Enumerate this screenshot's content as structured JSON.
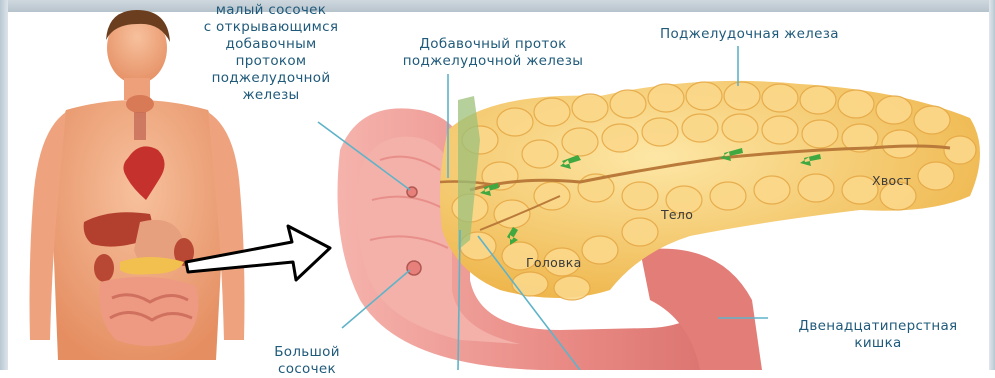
{
  "labels": {
    "minor_papilla": "малый сосочек\nс открывающимся\nдобавочным\nпротоком\nподжелудочной\nжелезы",
    "accessory_duct": "Добавочный проток\nподжелудочной железы",
    "pancreas": "Поджелудочная железа",
    "tail": "Хвост",
    "body": "Тело",
    "head": "Головка",
    "duodenum": "Двенадцатиперстная\nкишка",
    "major_papilla": "Большой\nсосочек"
  },
  "colors": {
    "skin": "#f2a77e",
    "pancreas": "#f7c65a",
    "duodenum": "#e98984",
    "label_text": "#1f5a7a",
    "frame": "#c3ced6"
  }
}
